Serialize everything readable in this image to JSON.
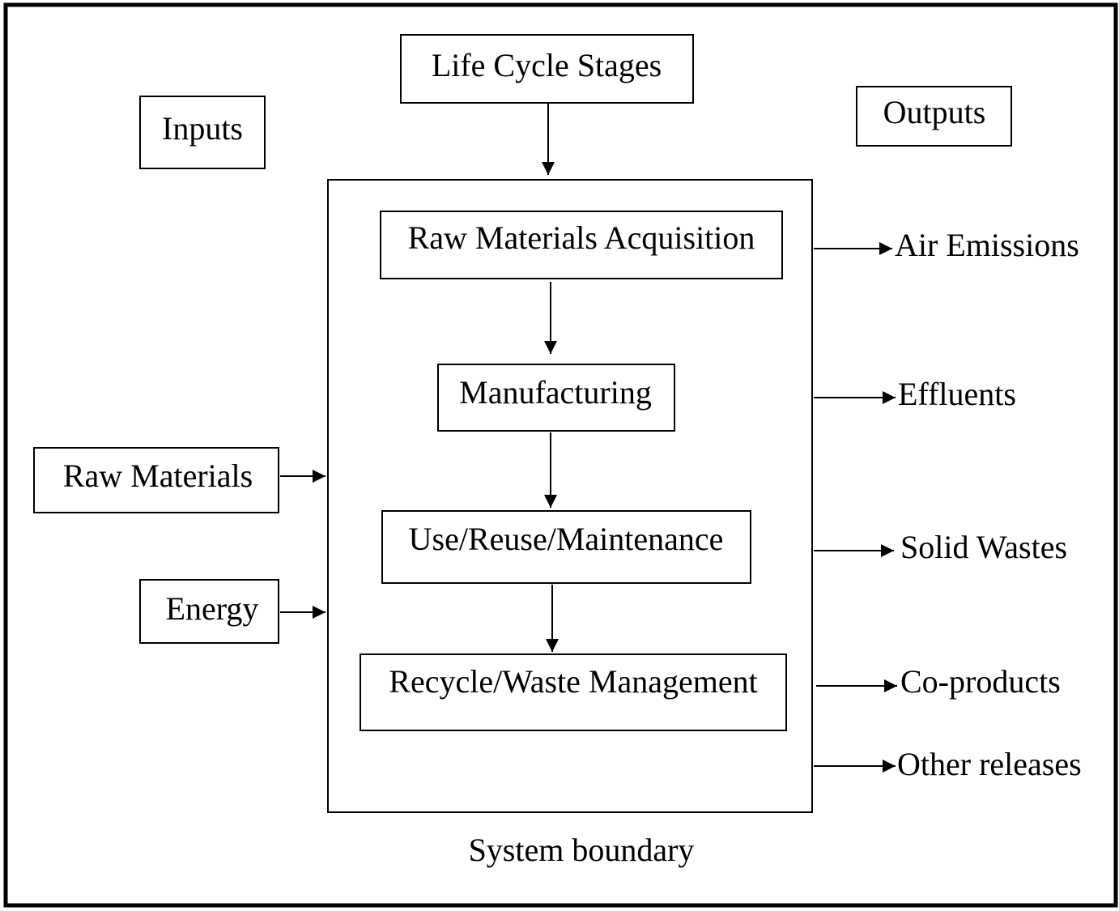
{
  "stages_header": "Life Cycle Stages",
  "inputs_header": "Inputs",
  "outputs_header": "Outputs",
  "stages": [
    "Raw Materials Acquisition",
    "Manufacturing",
    "Use/Reuse/Maintenance",
    "Recycle/Waste Management"
  ],
  "inputs": [
    "Raw Materials",
    "Energy"
  ],
  "outputs": [
    "Air Emissions",
    "Effluents",
    "Solid Wastes",
    "Co-products",
    "Other releases"
  ],
  "boundary_label": "System boundary",
  "colors": {
    "stroke": "#000000",
    "background": "#ffffff"
  }
}
